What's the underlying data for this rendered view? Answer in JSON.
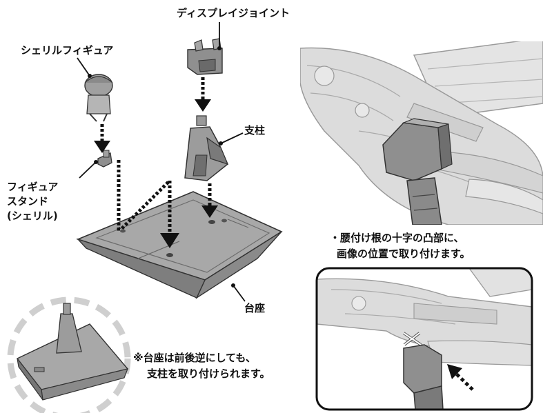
{
  "labels": {
    "display_joint": "ディスプレイジョイント",
    "sheryl_figure": "シェリルフィギュア",
    "pillar": "支柱",
    "figure_stand": [
      "フィギュア",
      "スタンド",
      "(シェリル)"
    ],
    "base": "台座"
  },
  "notes": {
    "reverse_base": [
      "※台座は前後逆にしても、",
      "支柱を取り付けられます。"
    ],
    "waist_mount": [
      "・腰付け根の十字の凸部に、",
      "画像の位置で取り付けます。"
    ]
  },
  "colors": {
    "part_gray": "#9a9a9a",
    "part_dark": "#6e6e6e",
    "base_top": "#a6a6a6",
    "base_side": "#8a8a8a",
    "aircraft_light": "#dedede",
    "aircraft_line": "#9a9a9a",
    "dashed_circle": "#cfcfcf",
    "line": "#111111"
  }
}
